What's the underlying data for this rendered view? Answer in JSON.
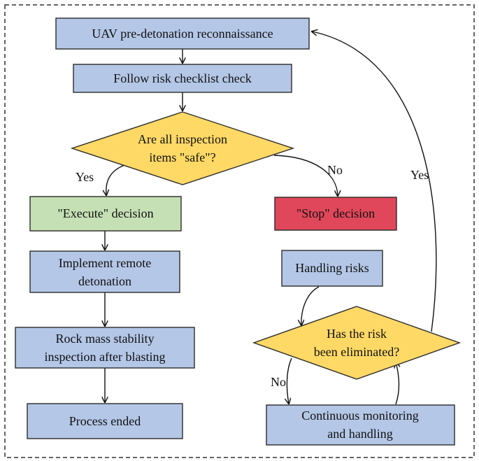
{
  "colors": {
    "process": "#b4c7e7",
    "decision": "#ffd966",
    "execute": "#c5e0b4",
    "stop": "#e0475a",
    "border": "#2b2b2b",
    "frame": "#333333"
  },
  "nodes": {
    "recon": {
      "lines": [
        "UAV pre-detonation reconnaissance"
      ]
    },
    "checklist": {
      "lines": [
        "Follow risk checklist check"
      ]
    },
    "all_safe": {
      "lines": [
        "Are all inspection",
        "items \"safe\"?"
      ]
    },
    "execute": {
      "lines": [
        "\"Execute\" decision"
      ]
    },
    "stop": {
      "lines": [
        "\"Stop\" decision"
      ]
    },
    "detonation": {
      "lines": [
        "Implement remote",
        "detonation"
      ]
    },
    "stability": {
      "lines": [
        "Rock mass stability",
        "inspection after blasting"
      ]
    },
    "ended": {
      "lines": [
        "Process ended"
      ]
    },
    "handling": {
      "lines": [
        "Handling risks"
      ]
    },
    "eliminated": {
      "lines": [
        "Has the risk",
        "been eliminated?"
      ]
    },
    "monitoring": {
      "lines": [
        "Continuous monitoring",
        "and handling"
      ]
    }
  },
  "edge_labels": {
    "safe_yes": "Yes",
    "safe_no": "No",
    "eliminated_yes": "Yes",
    "eliminated_no": "No"
  }
}
